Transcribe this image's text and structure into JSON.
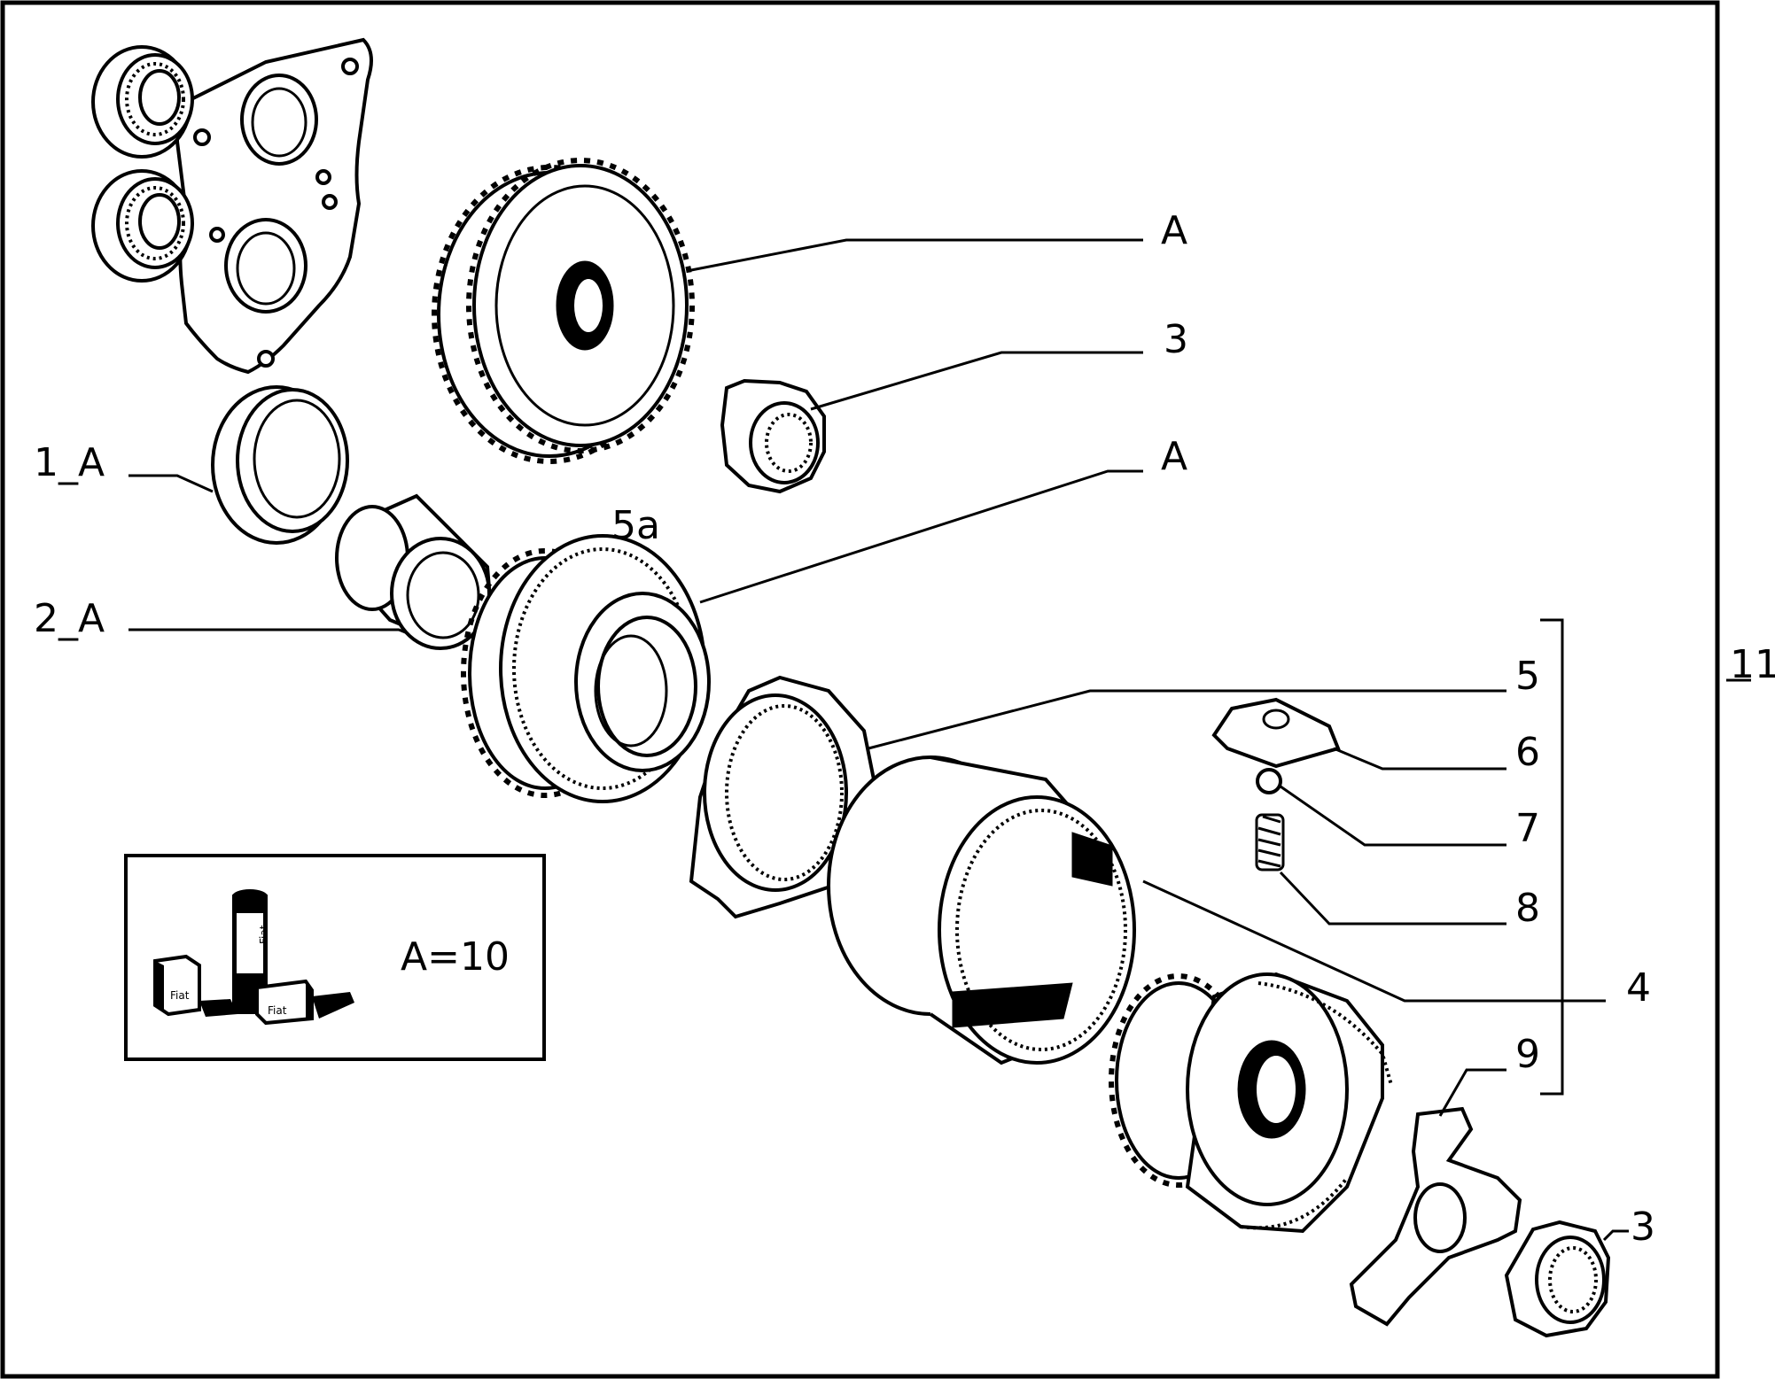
{
  "labels": {
    "gear_top": "A",
    "nut_top": "3",
    "gear_5a_lead": "A",
    "ring_1": "1_A",
    "bush_2": "2_A",
    "gear_5a": "5a",
    "syn_ring_5": "5",
    "key_6": "6",
    "ball_7": "7",
    "spring_8": "8",
    "sleeve_4": "4",
    "plate_9": "9",
    "nut_bottom": "3",
    "group_11": "11"
  },
  "legend": {
    "text": "A=10",
    "tube_text": "Fiat",
    "tube_text_small": "Fiat",
    "cartridge_left_text": "Fiat",
    "cartridge_right_text": "Fiat"
  },
  "colors": {
    "ink": "#000000",
    "paper": "#ffffff"
  }
}
